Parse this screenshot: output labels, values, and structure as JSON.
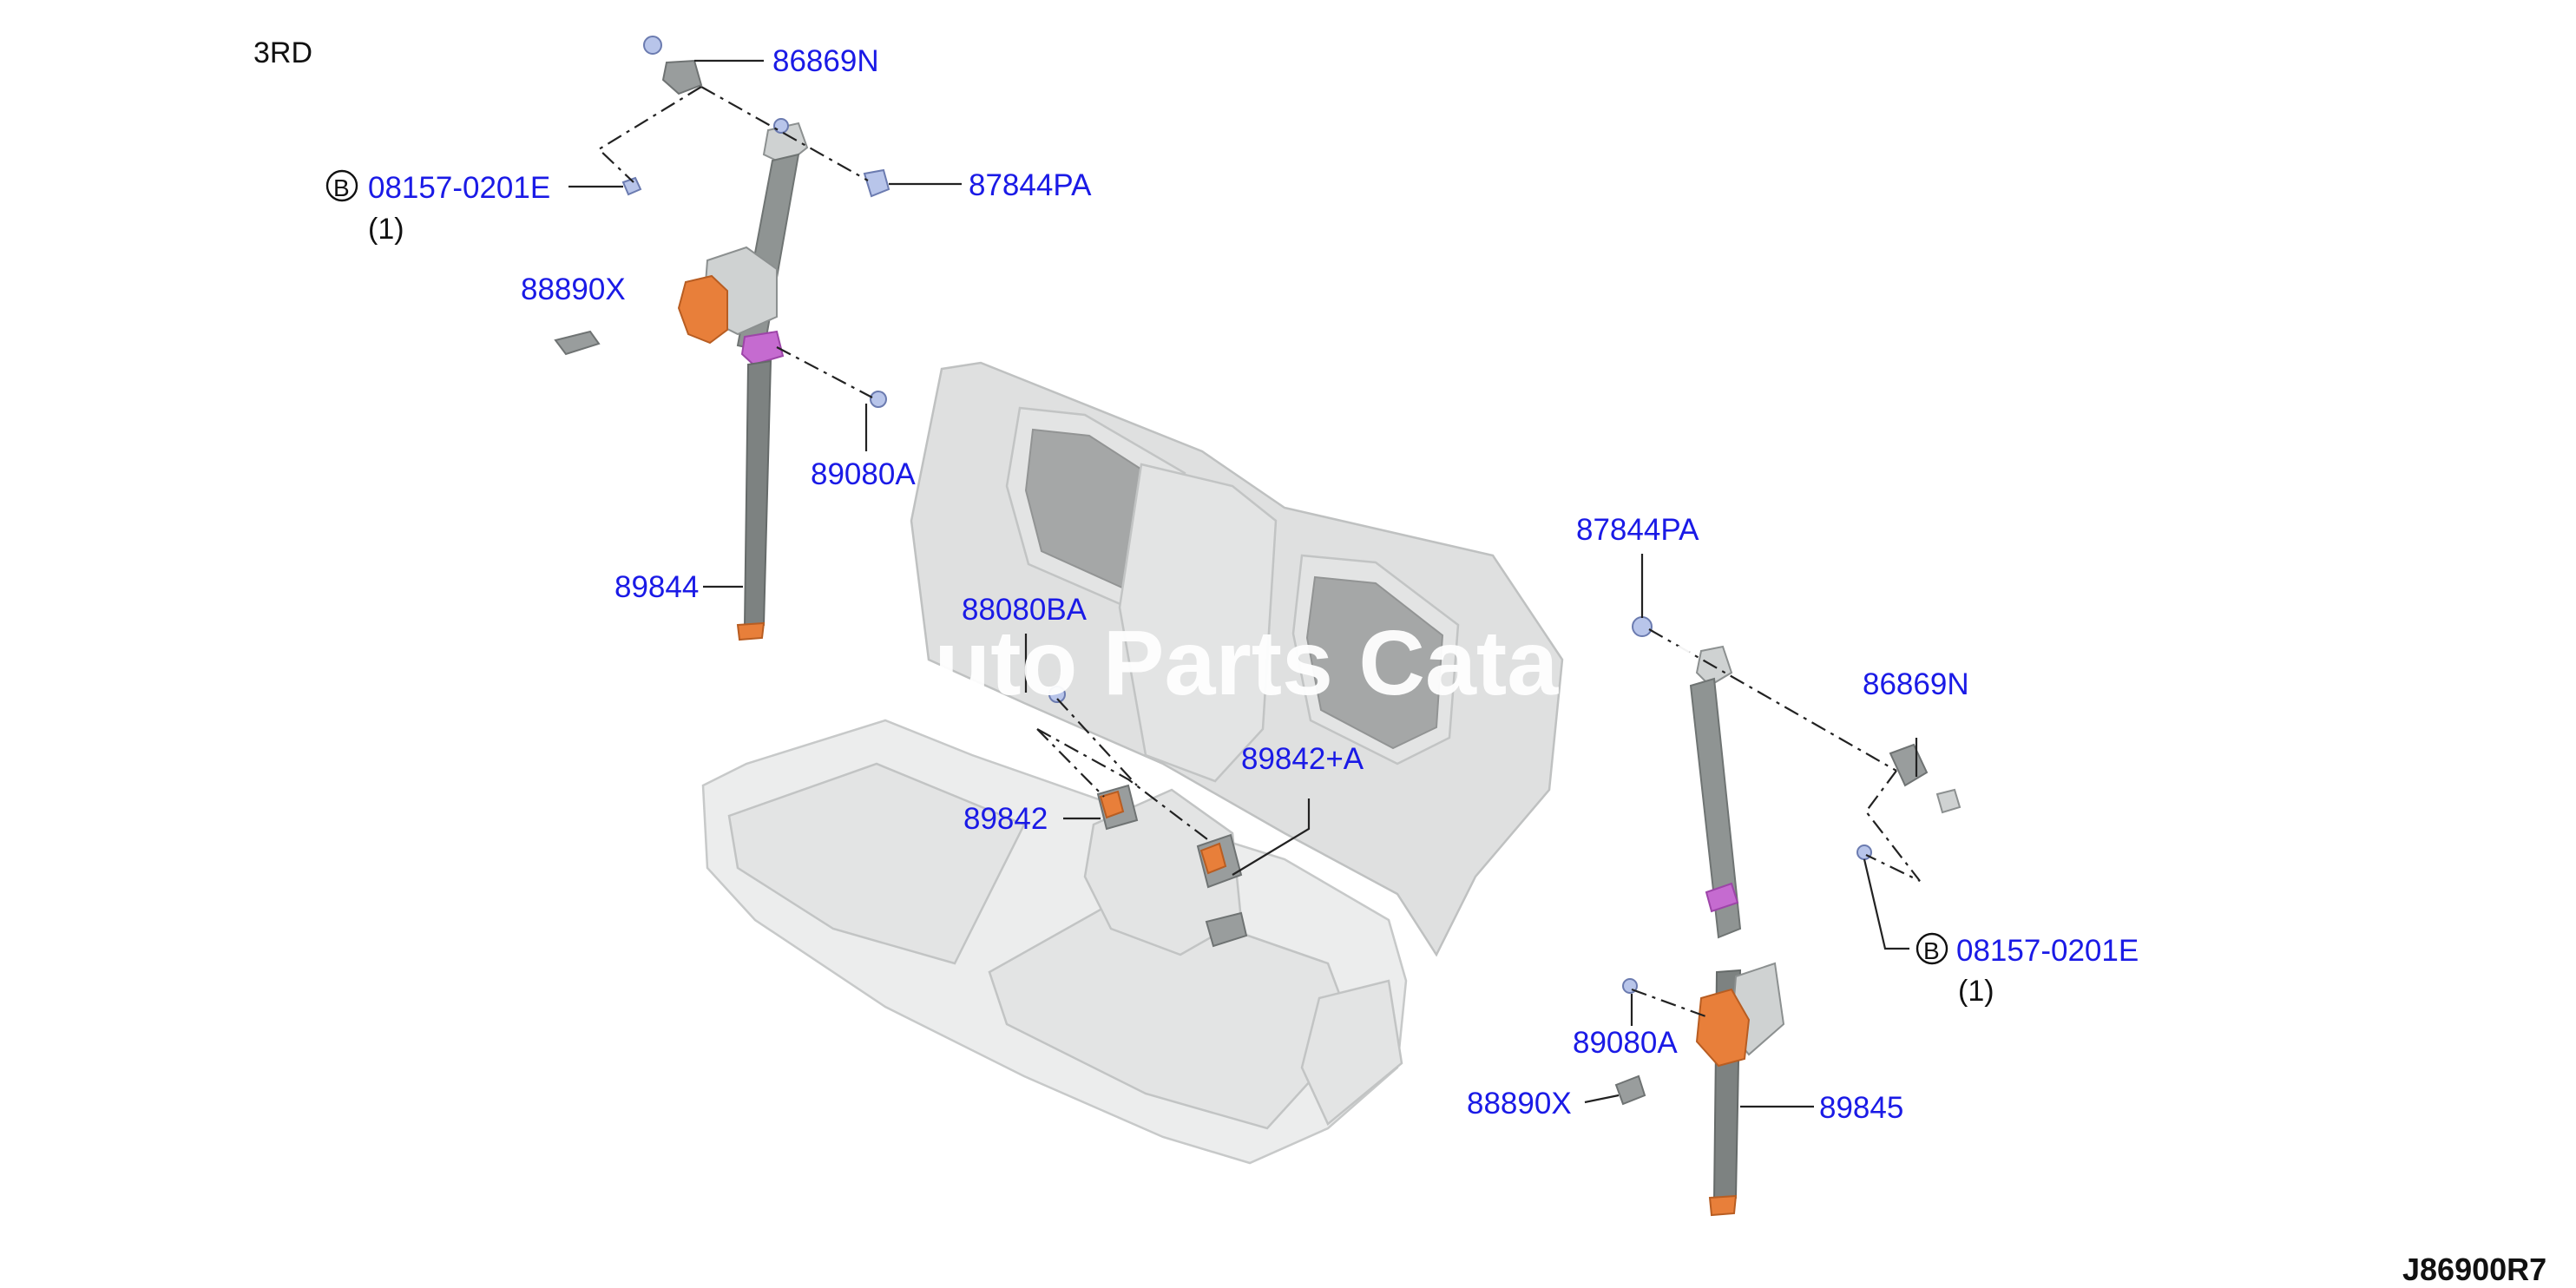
{
  "diagram": {
    "section_label": "3RD",
    "diagram_code": "J86900R7",
    "watermark": "Auto Parts Catalog",
    "colors": {
      "callout": "#1a1ae6",
      "belt": "#8f9493",
      "retractor": "#e87f3a",
      "guide": "#c56bd0"
    },
    "callouts": {
      "left_top_anchor": "86869N",
      "left_bolt_b": "08157-0201E",
      "left_bolt_b_qty": "(1)",
      "left_cover": "87844PA",
      "left_bracket": "88890X",
      "left_guide_bolt": "89080A",
      "left_belt": "89844",
      "center_anchor": "88080BA",
      "center_buckle_a": "89842+A",
      "center_buckle": "89842",
      "right_cover": "87844PA",
      "right_top_anchor": "86869N",
      "right_bolt_b": "08157-0201E",
      "right_bolt_b_qty": "(1)",
      "right_guide_bolt": "89080A",
      "right_bracket": "88890X",
      "right_belt": "89845"
    },
    "circled_letter": "B"
  }
}
